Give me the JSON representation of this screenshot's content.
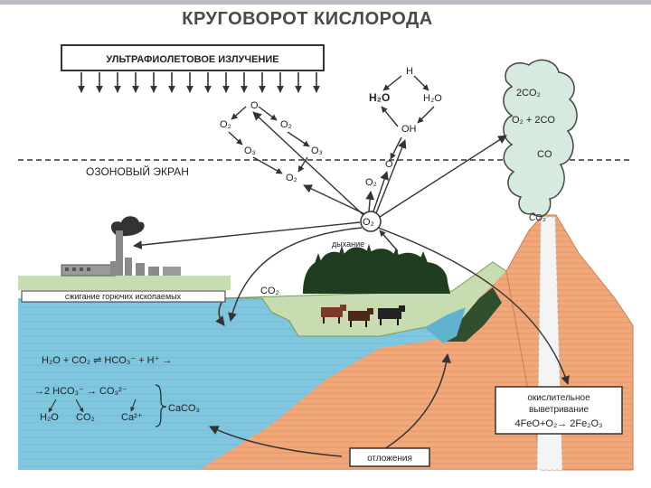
{
  "title": "КРУГОВОРОТ КИСЛОРОДА",
  "uv_label": "УЛЬТРАФИОЛЕТОВОЕ ИЗЛУЧЕНИЕ",
  "ozone_label": "ОЗОНОВЫЙ ЭКРАН",
  "combustion_label": "сжигание горючих ископаемых",
  "respiration_label": "дыхание",
  "deposition_label": "отложения",
  "weathering": {
    "line1": "окислительное",
    "line2": "выветривание",
    "equation": "4FeO+O₂→ 2Fe₂O₃"
  },
  "chem": {
    "o_upper": "O",
    "o2_left": "O₂",
    "o2_right": "O₂",
    "o3_a": "O₃",
    "o3_b": "O₃",
    "o2_low_left": "O₂",
    "o2_low_mid": "O₂",
    "o_mid": "O",
    "h": "H",
    "h2o_left": "H₂O",
    "h2o_right": "H₂O",
    "oh": "OH",
    "o2_center": "O₂",
    "co2_land": "CO₂"
  },
  "volcano": {
    "line1": "2CO₂",
    "line2": "O₂ + 2CO",
    "line3": "CO",
    "line4": "CO₂"
  },
  "ocean": {
    "eq1": "H₂O + CO₂ ⇌ HCO₃⁻ + H⁺ →",
    "eq2": "→2 HCO₃⁻ → CO₃²⁻",
    "eq3a": "H₂O",
    "eq3b": "CO₂",
    "eq3c": "Ca²⁺",
    "caco3": "CaCO₃"
  },
  "colors": {
    "sky": "#ffffff",
    "water": "#7fc6de",
    "water_dark": "#5fb3d1",
    "soil": "#f0a878",
    "grass": "#c7ddb1",
    "forest": "#1f3d1f",
    "arrow": "#333333",
    "volcano_cloud": "#d7eadf"
  }
}
